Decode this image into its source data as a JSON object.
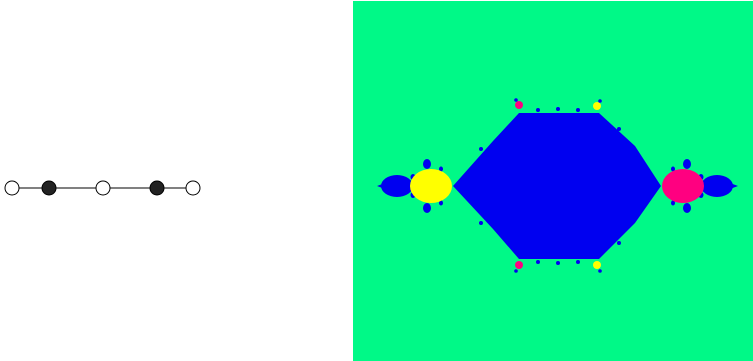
{
  "colors": {
    "background": "#ffffff",
    "node_filled": "#222222",
    "node_empty": "#ffffff",
    "edge": "#000000",
    "fractal_background": "#00f987",
    "fractal_main": "#0000f0",
    "fractal_yellow": "#ffff00",
    "fractal_magenta": "#ff0080"
  },
  "graph": {
    "nodes": [
      {
        "id": "n1",
        "kind": "empty"
      },
      {
        "id": "n2",
        "kind": "filled"
      },
      {
        "id": "n3",
        "kind": "empty"
      },
      {
        "id": "n4",
        "kind": "filled"
      },
      {
        "id": "n5",
        "kind": "empty"
      }
    ],
    "edges": [
      [
        "n1",
        "n2"
      ],
      [
        "n2",
        "n3"
      ],
      [
        "n3",
        "n4"
      ],
      [
        "n4",
        "n5"
      ]
    ]
  },
  "fractal": {
    "central_region": "hexagon",
    "left_bulb_color": "yellow",
    "right_bulb_color": "magenta"
  }
}
